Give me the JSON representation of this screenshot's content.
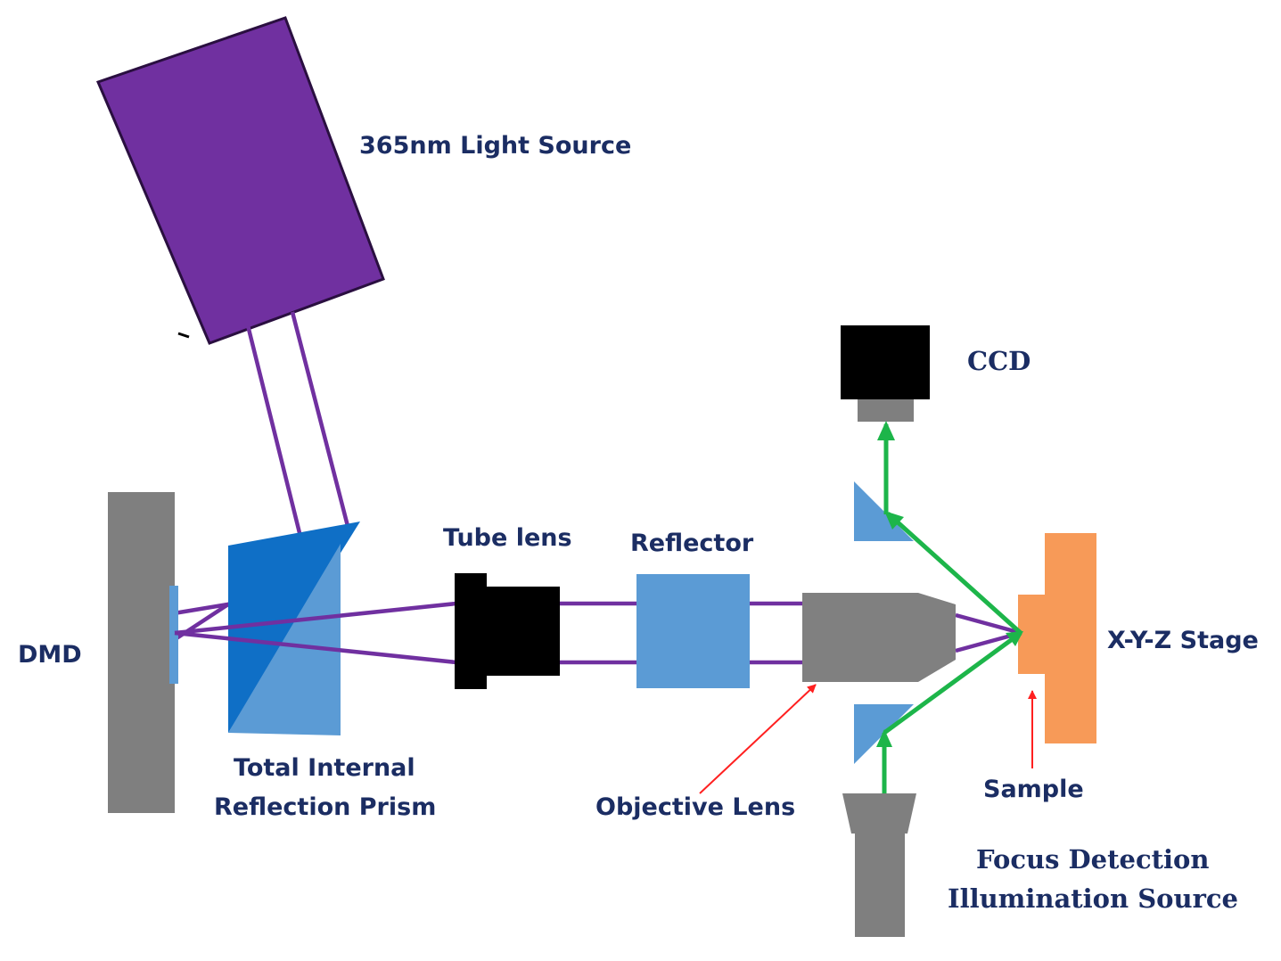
{
  "labels": {
    "light_source": "365nm Light Source",
    "ccd": "CCD",
    "tube_lens": "Tube lens",
    "reflector": "Reflector",
    "dmd": "DMD",
    "xyz_stage": "X-Y-Z Stage",
    "prism_line1": "Total Internal",
    "prism_line2": "Reflection Prism",
    "objective_lens": "Objective Lens",
    "sample": "Sample",
    "focus_line1": "Focus Detection",
    "focus_line2": "Illumination Source"
  },
  "colors": {
    "light_source": "#7030a0",
    "uv_beam": "#7030a0",
    "green_beam": "#1db54a",
    "pointer_arrow": "#ff2020",
    "dmd": "#7f7f7f",
    "prism_dark": "#0f6fc6",
    "prism_light": "#5b9bd5",
    "reflector": "#5b9bd5",
    "objective": "#808080",
    "tube_lens": "#000000",
    "ccd": "#000000",
    "stage": "#f79a58",
    "label_text": "#1b2d63"
  }
}
